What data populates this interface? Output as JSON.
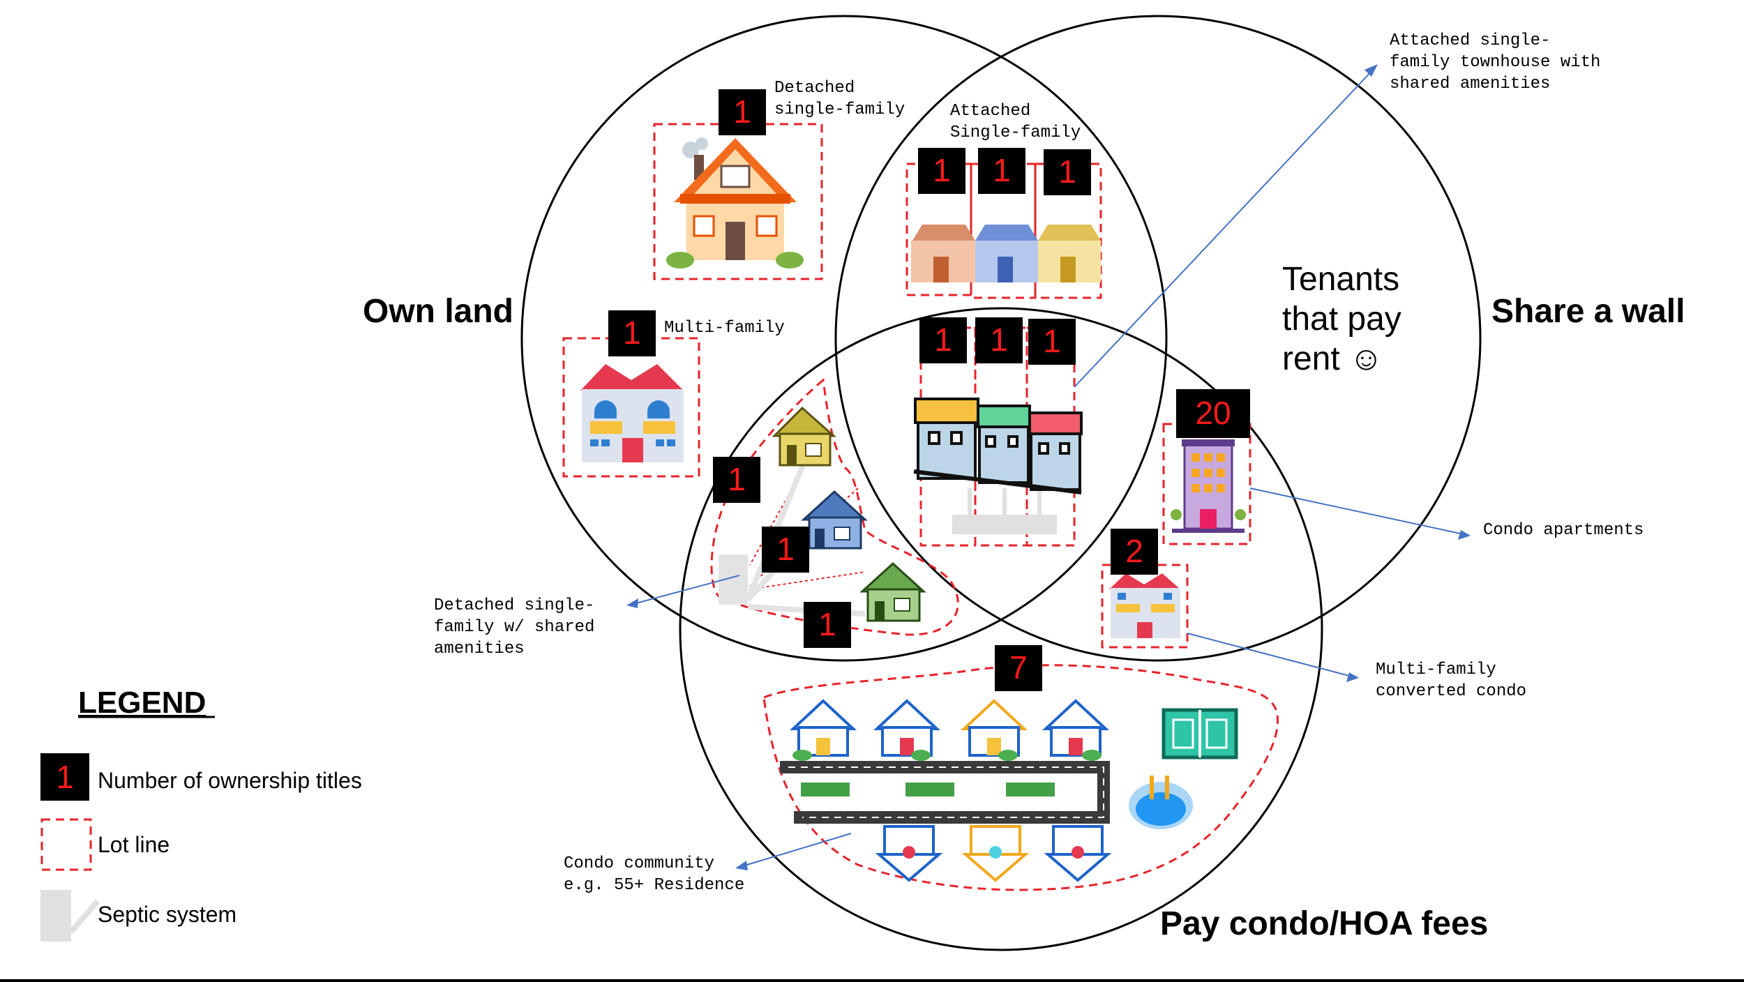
{
  "sets": {
    "own_land": "Own land",
    "share_wall": "Share a wall",
    "pay_fees": "Pay condo/HOA fees",
    "tenants": [
      "Tenants",
      "that pay",
      "rent ☺"
    ]
  },
  "labels": {
    "detached": [
      "Detached",
      "single-family"
    ],
    "attached": [
      "Attached",
      "Single-family"
    ],
    "multi_family": "Multi-family",
    "townhouse_amenities": [
      "Attached single-",
      "family townhouse with",
      "shared amenities"
    ],
    "condo_apartments": "Condo apartments",
    "multi_family_condo": [
      "Multi-family",
      "converted condo"
    ],
    "detached_shared": [
      "Detached single-",
      "family w/ shared",
      "amenities"
    ],
    "condo_community": [
      "Condo community",
      "e.g. 55+ Residence"
    ]
  },
  "badges": {
    "detached": "1",
    "attached_1": "1",
    "attached_2": "1",
    "attached_3": "1",
    "multi_family": "1",
    "townhouse_1": "1",
    "townhouse_2": "1",
    "townhouse_3": "1",
    "shared_1": "1",
    "shared_2": "1",
    "shared_3": "1",
    "condo_apartments": "20",
    "multi_condo": "2",
    "community": "7"
  },
  "legend": {
    "title": "LEGEND",
    "titles_badge": "1",
    "titles_label": "Number of ownership titles",
    "lot_label": "Lot line",
    "septic_label": "Septic system"
  },
  "colors": {
    "lot_line": "#e8232a",
    "badge_bg": "#000000",
    "badge_text": "#ff1a1a",
    "pointer": "#4472c4"
  }
}
